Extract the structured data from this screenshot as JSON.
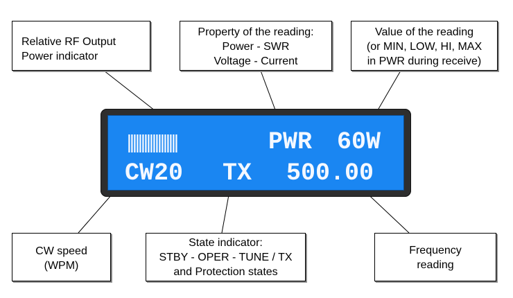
{
  "callouts": {
    "rf_power": {
      "lines": [
        "Relative RF Output",
        "Power indicator"
      ]
    },
    "property": {
      "lines": [
        "Property of the reading:",
        "Power - SWR",
        "Voltage - Current"
      ]
    },
    "value": {
      "lines": [
        "Value of the reading",
        "(or MIN, LOW, HI, MAX",
        "in PWR during receive)"
      ]
    },
    "cw_speed": {
      "lines": [
        "CW speed",
        "(WPM)"
      ]
    },
    "state": {
      "lines": [
        "State indicator:",
        "STBY - OPER - TUNE / TX",
        "and Protection states"
      ]
    },
    "frequency": {
      "lines": [
        "Frequency",
        "reading"
      ]
    }
  },
  "lcd": {
    "bar": "||||||||||||||||||",
    "property": "PWR",
    "value": "60W",
    "cw": "CW20",
    "state": "TX",
    "frequency": "500.00",
    "screen_color": "#1a86f2",
    "text_color": "#f4f8ff"
  }
}
